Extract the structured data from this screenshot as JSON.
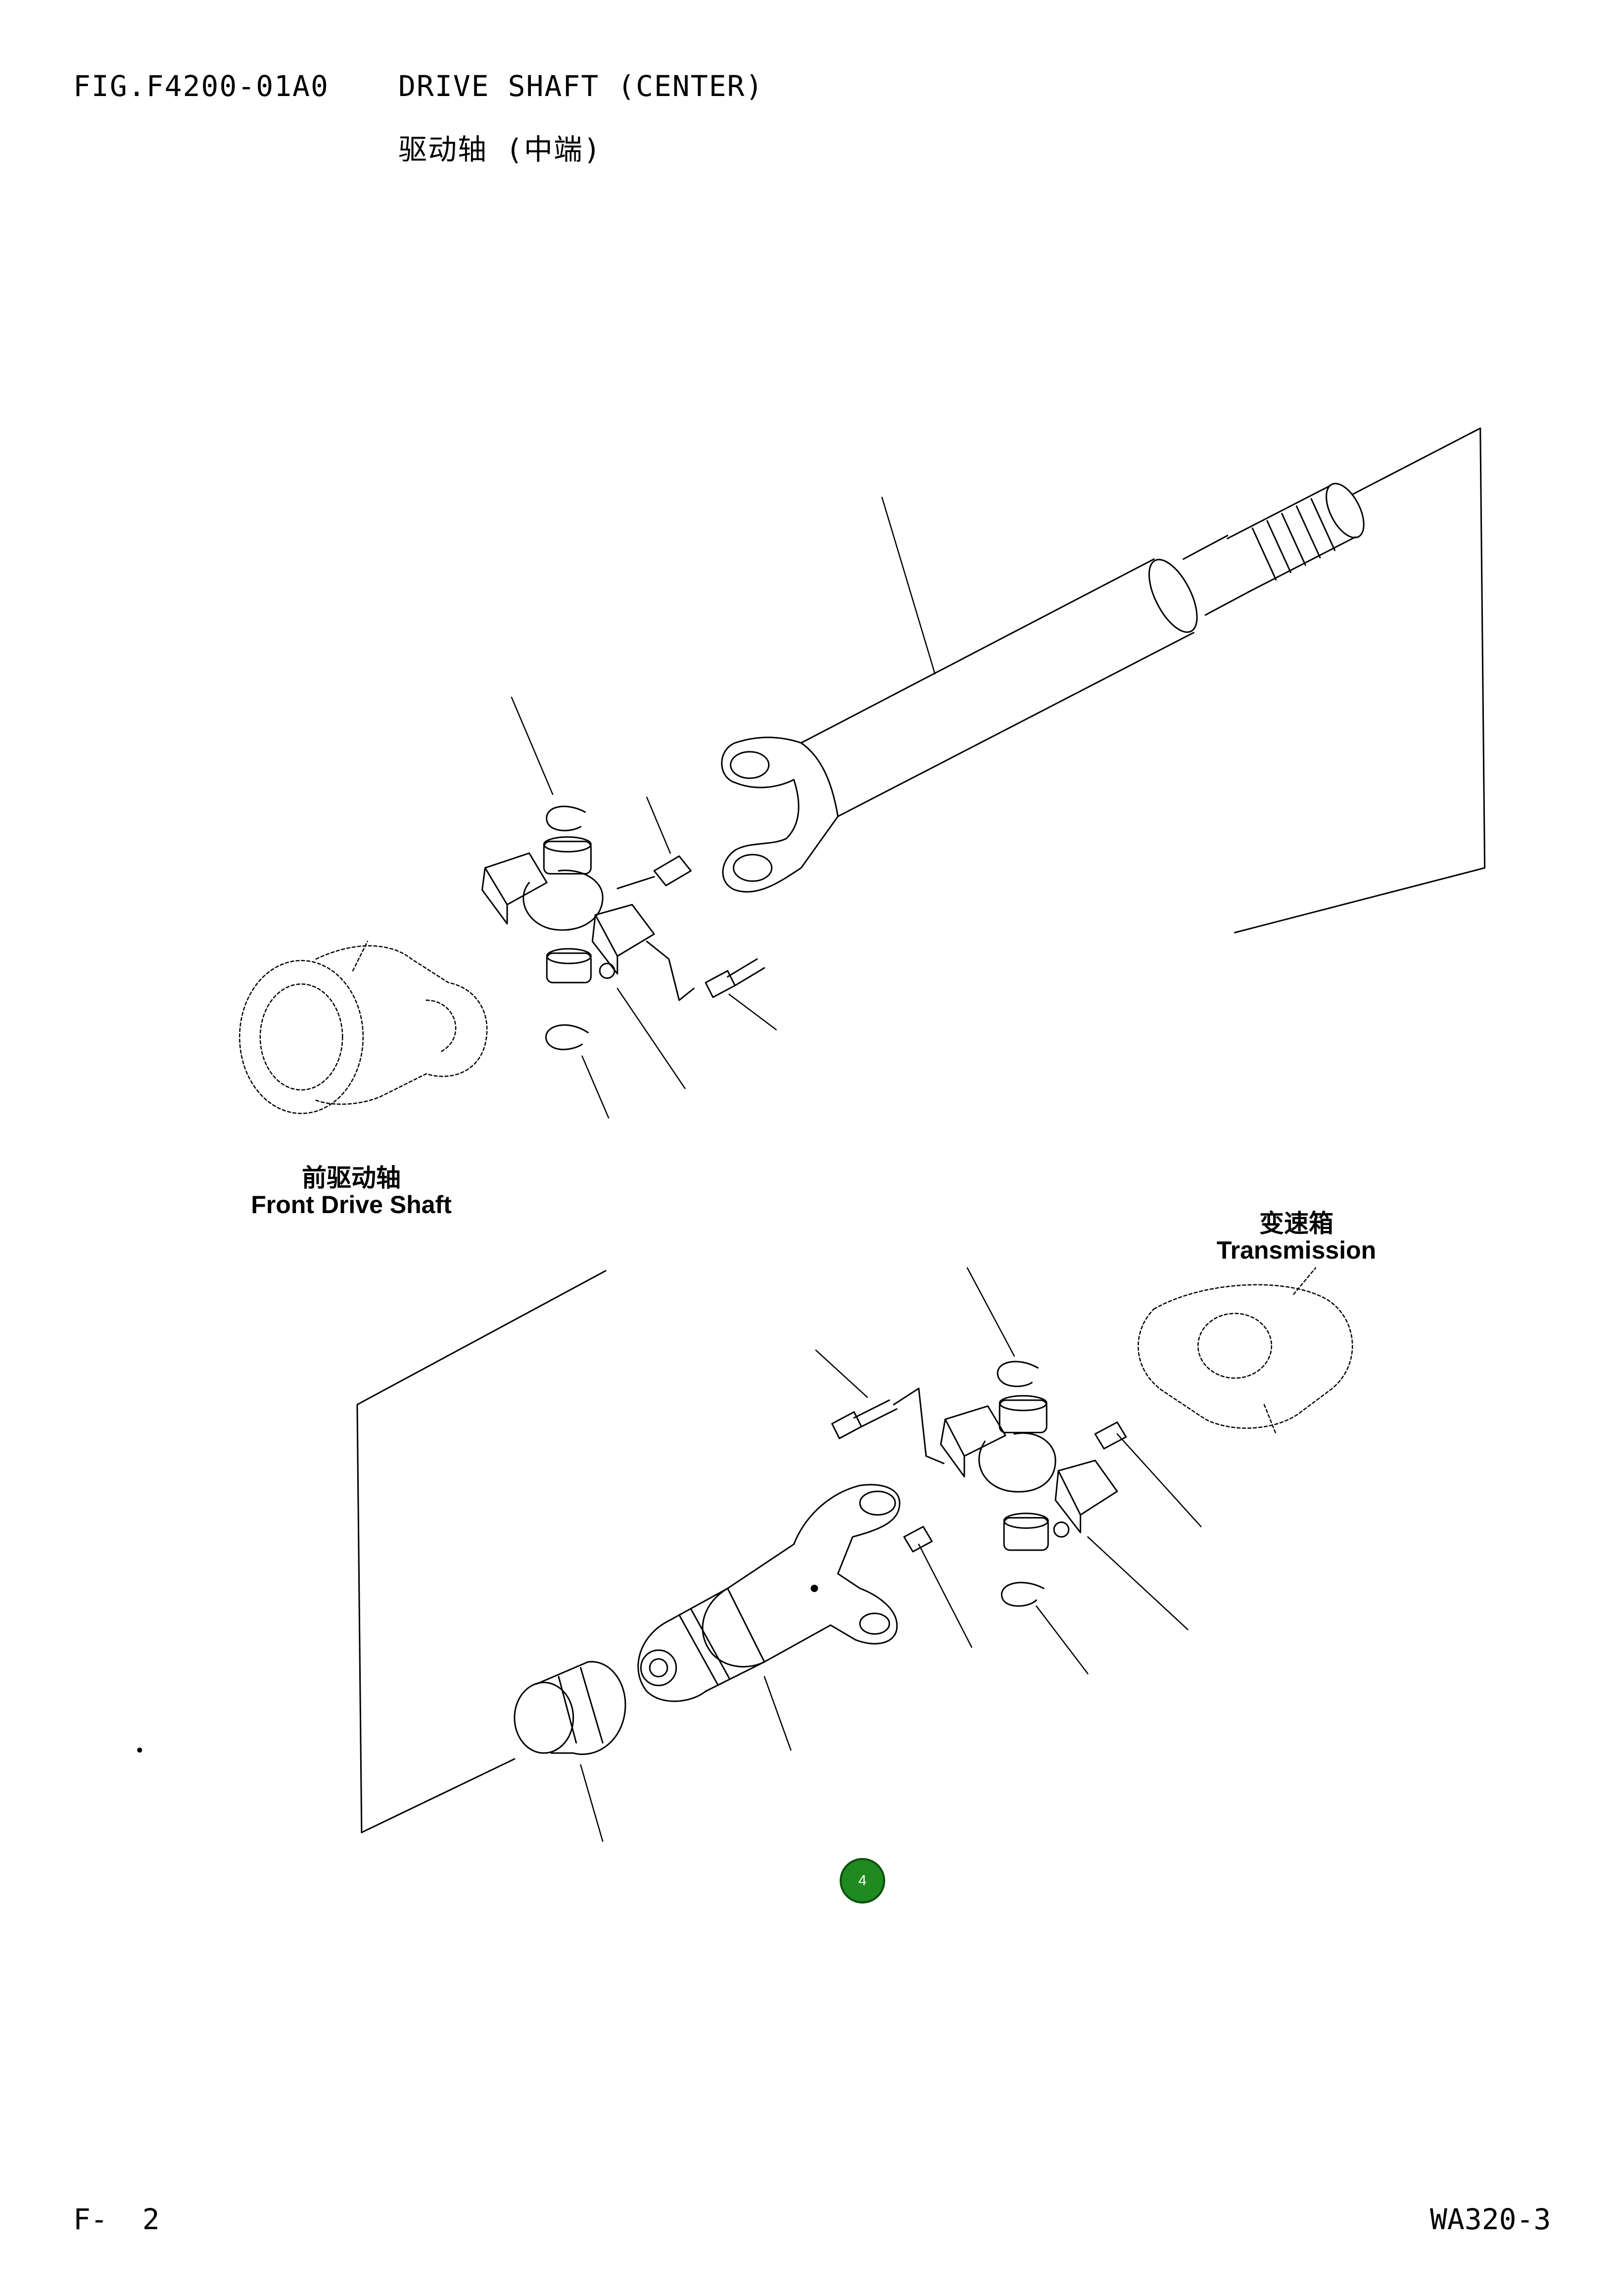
{
  "header": {
    "figure_code": "FIG.F4200-01A0",
    "title_en": "DRIVE SHAFT (CENTER)",
    "title_cn": "驱动轴 (中端)"
  },
  "labels": {
    "front_drive_shaft_cn": "前驱动轴",
    "front_drive_shaft_en": "Front Drive Shaft",
    "transmission_cn": "变速箱",
    "transmission_en": "Transmission"
  },
  "marker": {
    "text": "4"
  },
  "footer": {
    "page": "F-  2",
    "model": "WA320-3"
  }
}
